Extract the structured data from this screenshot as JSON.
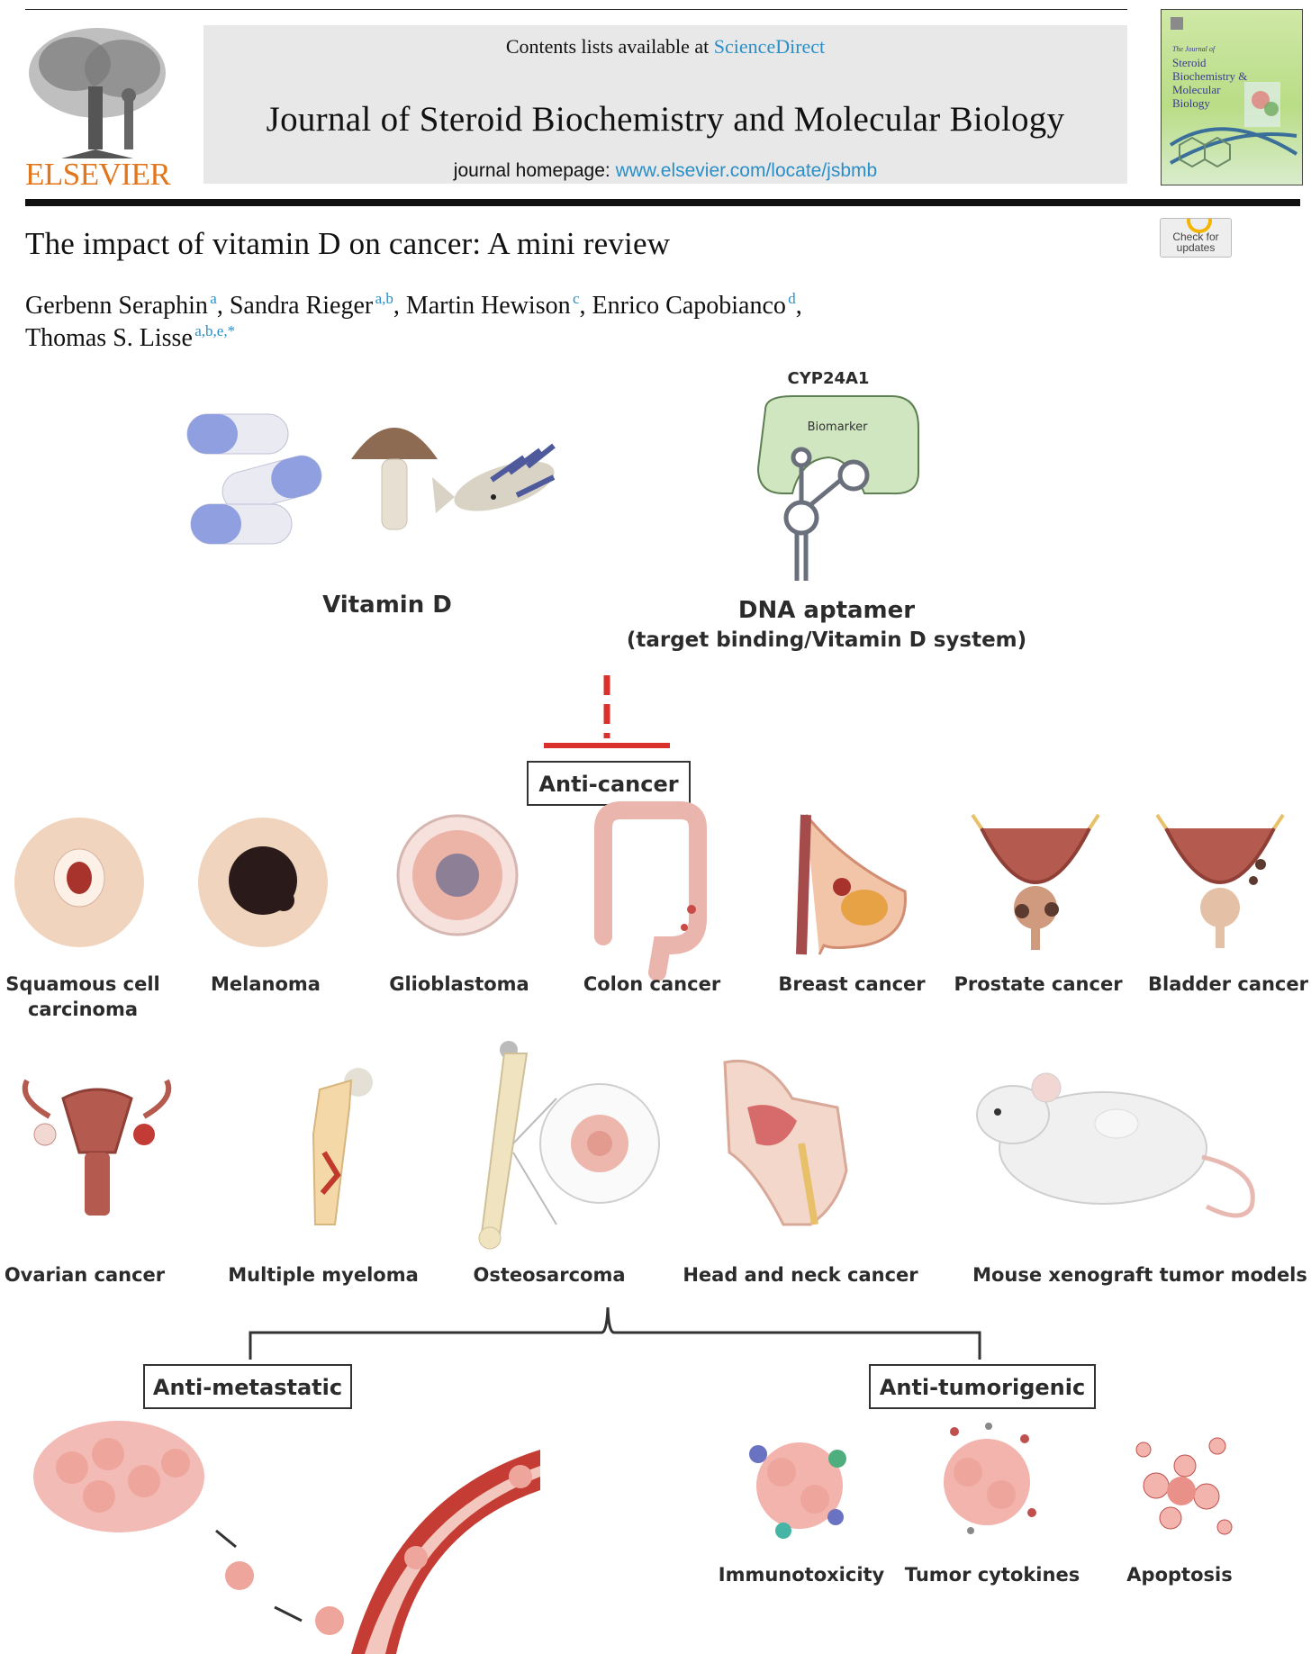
{
  "header": {
    "contents_prefix": "Contents lists available at ",
    "contents_link": "ScienceDirect",
    "journal_title": "Journal of Steroid Biochemistry and Molecular Biology",
    "homepage_prefix": "journal homepage: ",
    "homepage_link": "www.elsevier.com/locate/jsbmb",
    "publisher": "ELSEVIER",
    "publisher_color": "#e2761d",
    "link_color": "#2a8fc7",
    "cover": {
      "small": "The Journal of",
      "lines": [
        "Steroid",
        "Biochemistry &",
        "Molecular",
        "Biology"
      ]
    }
  },
  "updates_badge": {
    "line1": "Check for",
    "line2": "updates"
  },
  "article": {
    "title": "The impact of vitamin D on cancer: A mini review",
    "authors": [
      {
        "name": "Gerbenn Seraphin",
        "aff": "a"
      },
      {
        "name": "Sandra Rieger",
        "aff": "a,b"
      },
      {
        "name": "Martin Hewison",
        "aff": "c"
      },
      {
        "name": "Enrico Capobianco",
        "aff": "d"
      },
      {
        "name": "Thomas S. Lisse",
        "aff": "a,b,e,*"
      }
    ]
  },
  "figure": {
    "cyp_label": "CYP24A1",
    "biomarker_label": "Biomarker",
    "vitamin_label": "Vitamin D",
    "aptamer_label": "DNA aptamer",
    "aptamer_sub": "(target binding/Vitamin D system)",
    "anti_cancer": "Anti-cancer",
    "row1": [
      "Squamous cell",
      "Melanoma",
      "Glioblastoma",
      "Colon cancer",
      "Breast cancer",
      "Prostate cancer",
      "Bladder cancer"
    ],
    "row1_extra": "carcinoma",
    "row2": [
      "Ovarian cancer",
      "Multiple myeloma",
      "Osteosarcoma",
      "Head and neck cancer",
      "Mouse xenograft tumor models"
    ],
    "anti_metastatic": "Anti-metastatic",
    "anti_tumorigenic": "Anti-tumorigenic",
    "mechanisms": [
      "Immunotoxicity",
      "Tumor cytokines",
      "Apoptosis"
    ]
  }
}
